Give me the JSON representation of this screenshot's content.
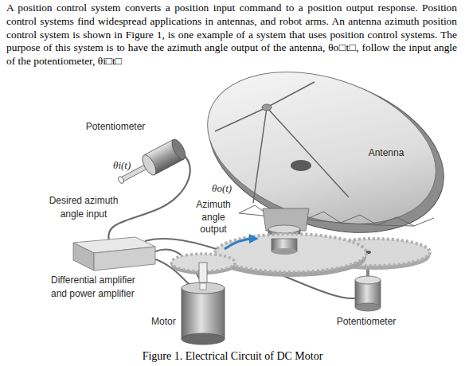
{
  "diagram": {
    "caption": "Figure 1. Electrical Circuit of DC Motor",
    "labels": [
      "A position control system converts a position input command to a position output response. Position control systems find widespread applications in antennas, and robot arms. An antenna azimuth position control system is shown in Figure 1, is one example of a system that uses position control systems. The purpose of this system is to have the azimuth angle output of the antenna, θo□t□, follow the input angle of the potentiometer, θi□t□",
      "Potentiometer",
      "θi(t)",
      "Desired azimuth angle input",
      "θo(t)",
      "Azimuth angle output",
      "Antenna",
      "Differential amplifier and power amplifier",
      "Motor",
      "Potentiometer"
    ]
  }
}
